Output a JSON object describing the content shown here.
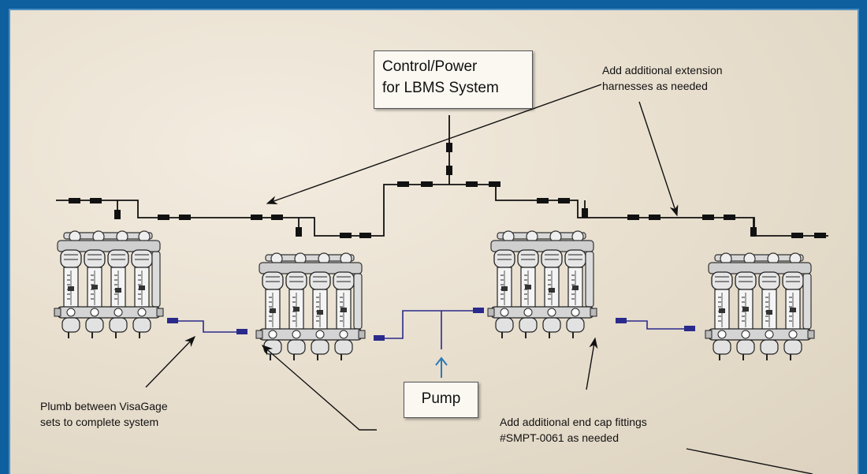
{
  "labels": {
    "control_power_line1": "Control/Power",
    "control_power_line2": "for LBMS System",
    "extension_line1": "Add additional extension",
    "extension_line2": "harnesses as needed",
    "pump": "Pump",
    "plumb_line1": "Plumb between VisaGage",
    "plumb_line2": "sets to complete system",
    "endcap_line1": "Add additional end cap fittings",
    "endcap_line2": "#SMPT-0061 as needed"
  },
  "colors": {
    "frame": "#0e5f9e",
    "background": "#ebe3d3",
    "harness": "#111111",
    "plumbing": "#2a2a8c",
    "pump_arrow": "#2b79b8"
  },
  "components": {
    "visagage_sets": 4,
    "icons": [
      "visagage-set-icon",
      "pump-arrow-icon",
      "harness-connector-icon",
      "plumbing-fitting-icon"
    ]
  }
}
